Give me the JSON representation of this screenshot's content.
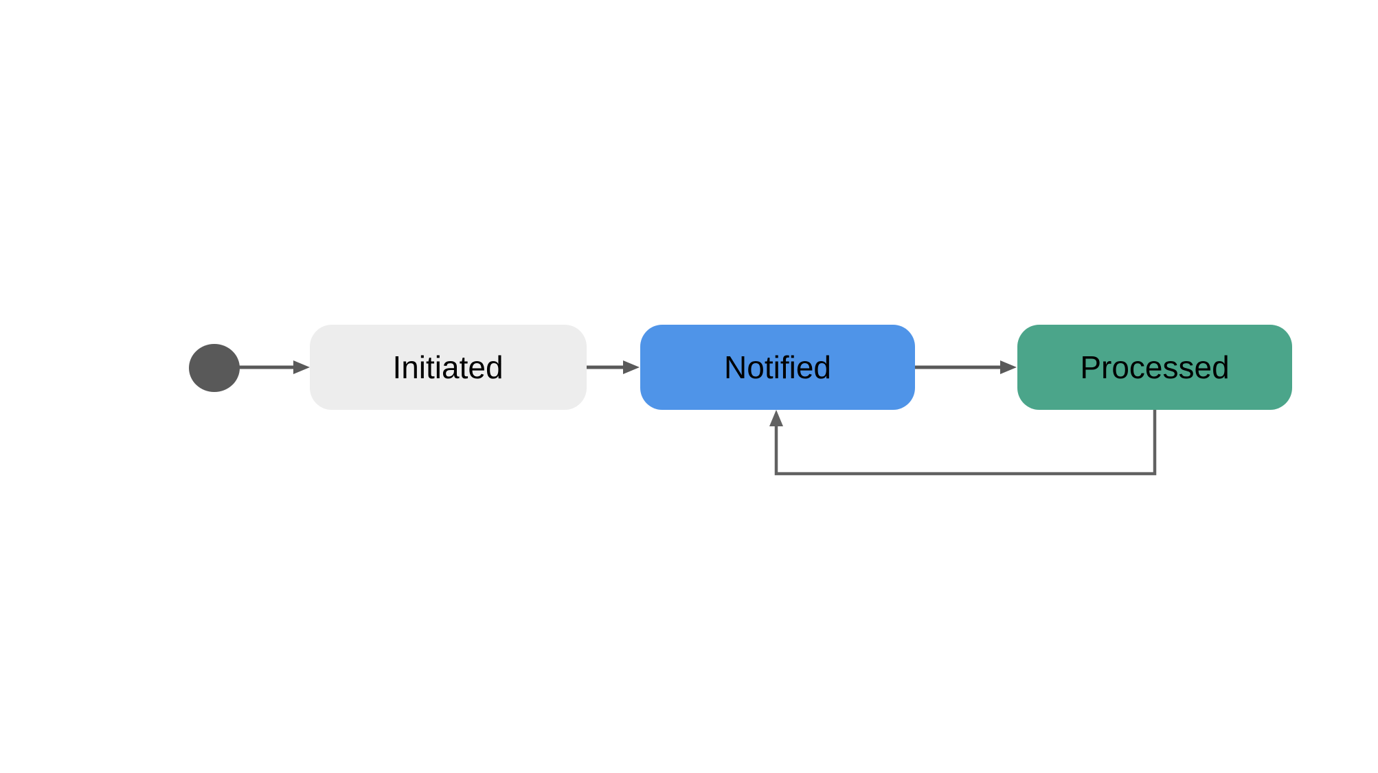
{
  "diagram": {
    "type": "state-flow-diagram",
    "background": "#ffffff",
    "start_node": {
      "name": "start",
      "fill": "#595959"
    },
    "states": [
      {
        "id": "initiated",
        "label": "Initiated",
        "fill": "#ededed",
        "text_color": "#000000"
      },
      {
        "id": "notified",
        "label": "Notified",
        "fill": "#4f94e8",
        "text_color": "#000000"
      },
      {
        "id": "processed",
        "label": "Processed",
        "fill": "#4ba58a",
        "text_color": "#000000"
      }
    ],
    "transitions": [
      {
        "from": "start",
        "to": "initiated",
        "shape": "straight-arrow"
      },
      {
        "from": "initiated",
        "to": "notified",
        "shape": "straight-arrow"
      },
      {
        "from": "notified",
        "to": "processed",
        "shape": "straight-arrow"
      },
      {
        "from": "processed",
        "to": "notified",
        "shape": "feedback-loop-below"
      }
    ],
    "colors": {
      "arrow": "#595959",
      "loop_line": "#616161"
    }
  }
}
